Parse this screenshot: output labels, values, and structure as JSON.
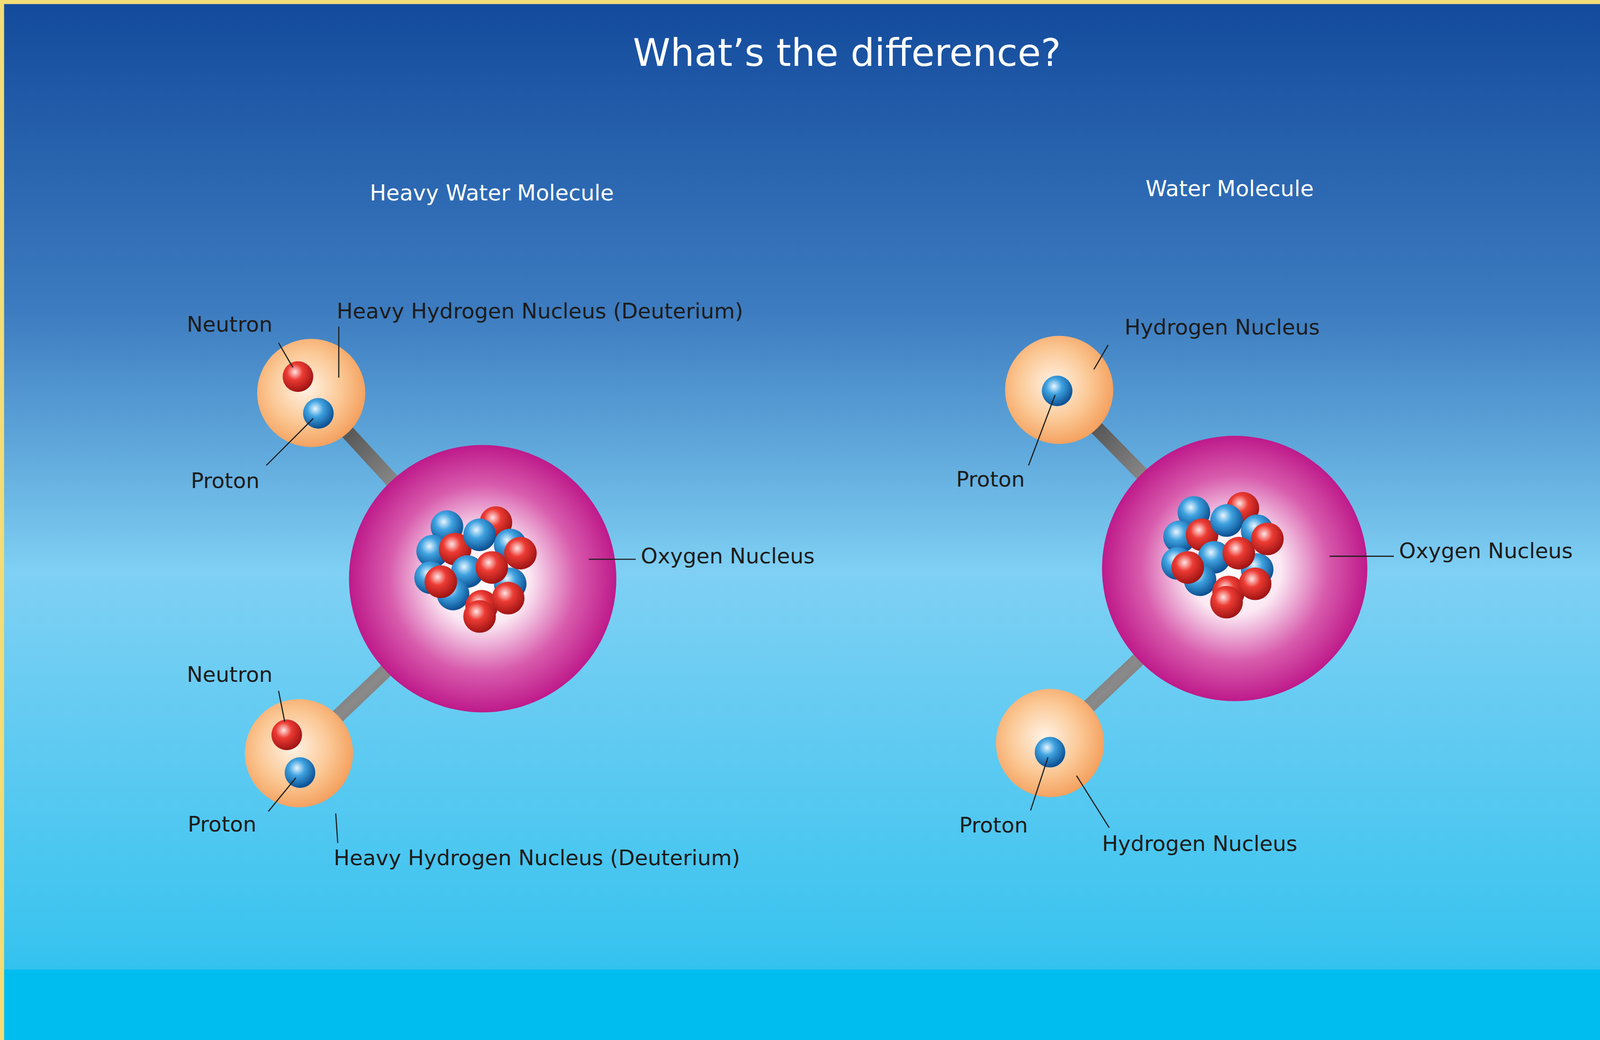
{
  "diagram": {
    "title": "What’s the difference?",
    "labels": [
      "Heavy Water Molecule",
      "Water Molecule",
      "Neutron",
      "Heavy Hydrogen Nucleus (Deuterium)",
      "Hydrogen Nucleus",
      "Proton",
      "Proton",
      "Oxygen Nucleus",
      "Oxygen Nucleus",
      "Neutron",
      "Proton",
      "Proton",
      "Heavy Hydrogen Nucleus (Deuterium)",
      "Hydrogen Nucleus"
    ]
  }
}
